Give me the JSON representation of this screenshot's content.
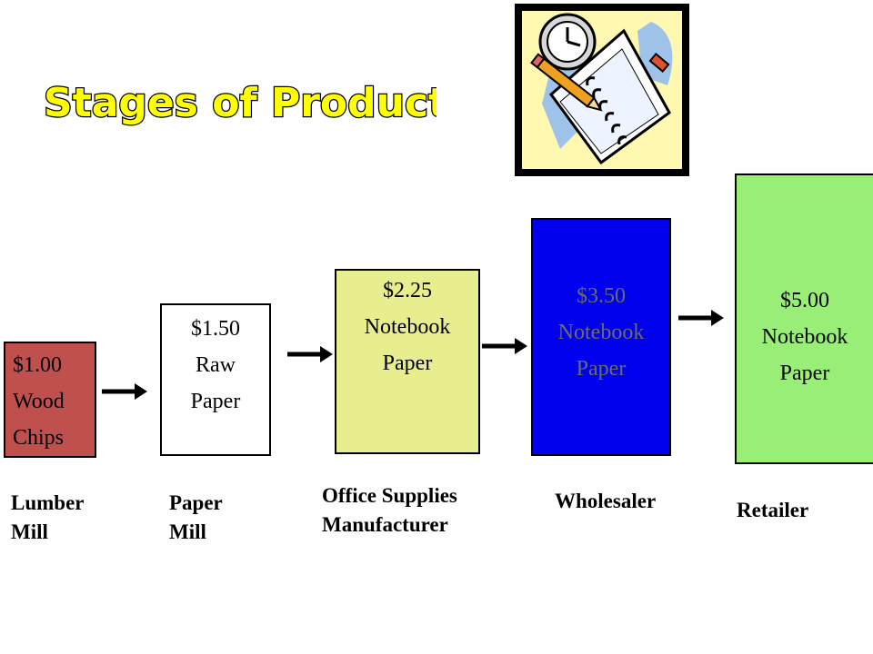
{
  "title": "Stages of Production",
  "colors": {
    "title_fill": "#ffff00",
    "title_stroke": "#000000",
    "lumber_box": "#c0504d",
    "paper_box": "#ffffff",
    "office_box": "#e8ee8e",
    "wholesaler_box": "#0000ee",
    "retailer_box": "#99ee77"
  },
  "clipart_icon": "notebook-clock-icon",
  "stages": [
    {
      "price": "$1.00",
      "product": [
        "Wood",
        "Chips"
      ],
      "label": [
        "Lumber",
        "Mill"
      ]
    },
    {
      "price": "$1.50",
      "product": [
        "Raw",
        "Paper"
      ],
      "label": [
        "Paper",
        "Mill"
      ]
    },
    {
      "price": "$2.25",
      "product": [
        "Notebook",
        "Paper"
      ],
      "label": [
        "Office Supplies",
        "Manufacturer"
      ]
    },
    {
      "price": "$3.50",
      "product": [
        "Notebook",
        "Paper"
      ],
      "label": [
        "Wholesaler"
      ]
    },
    {
      "price": "$5.00",
      "product": [
        "Notebook",
        "Paper"
      ],
      "label": [
        "Retailer"
      ]
    }
  ]
}
